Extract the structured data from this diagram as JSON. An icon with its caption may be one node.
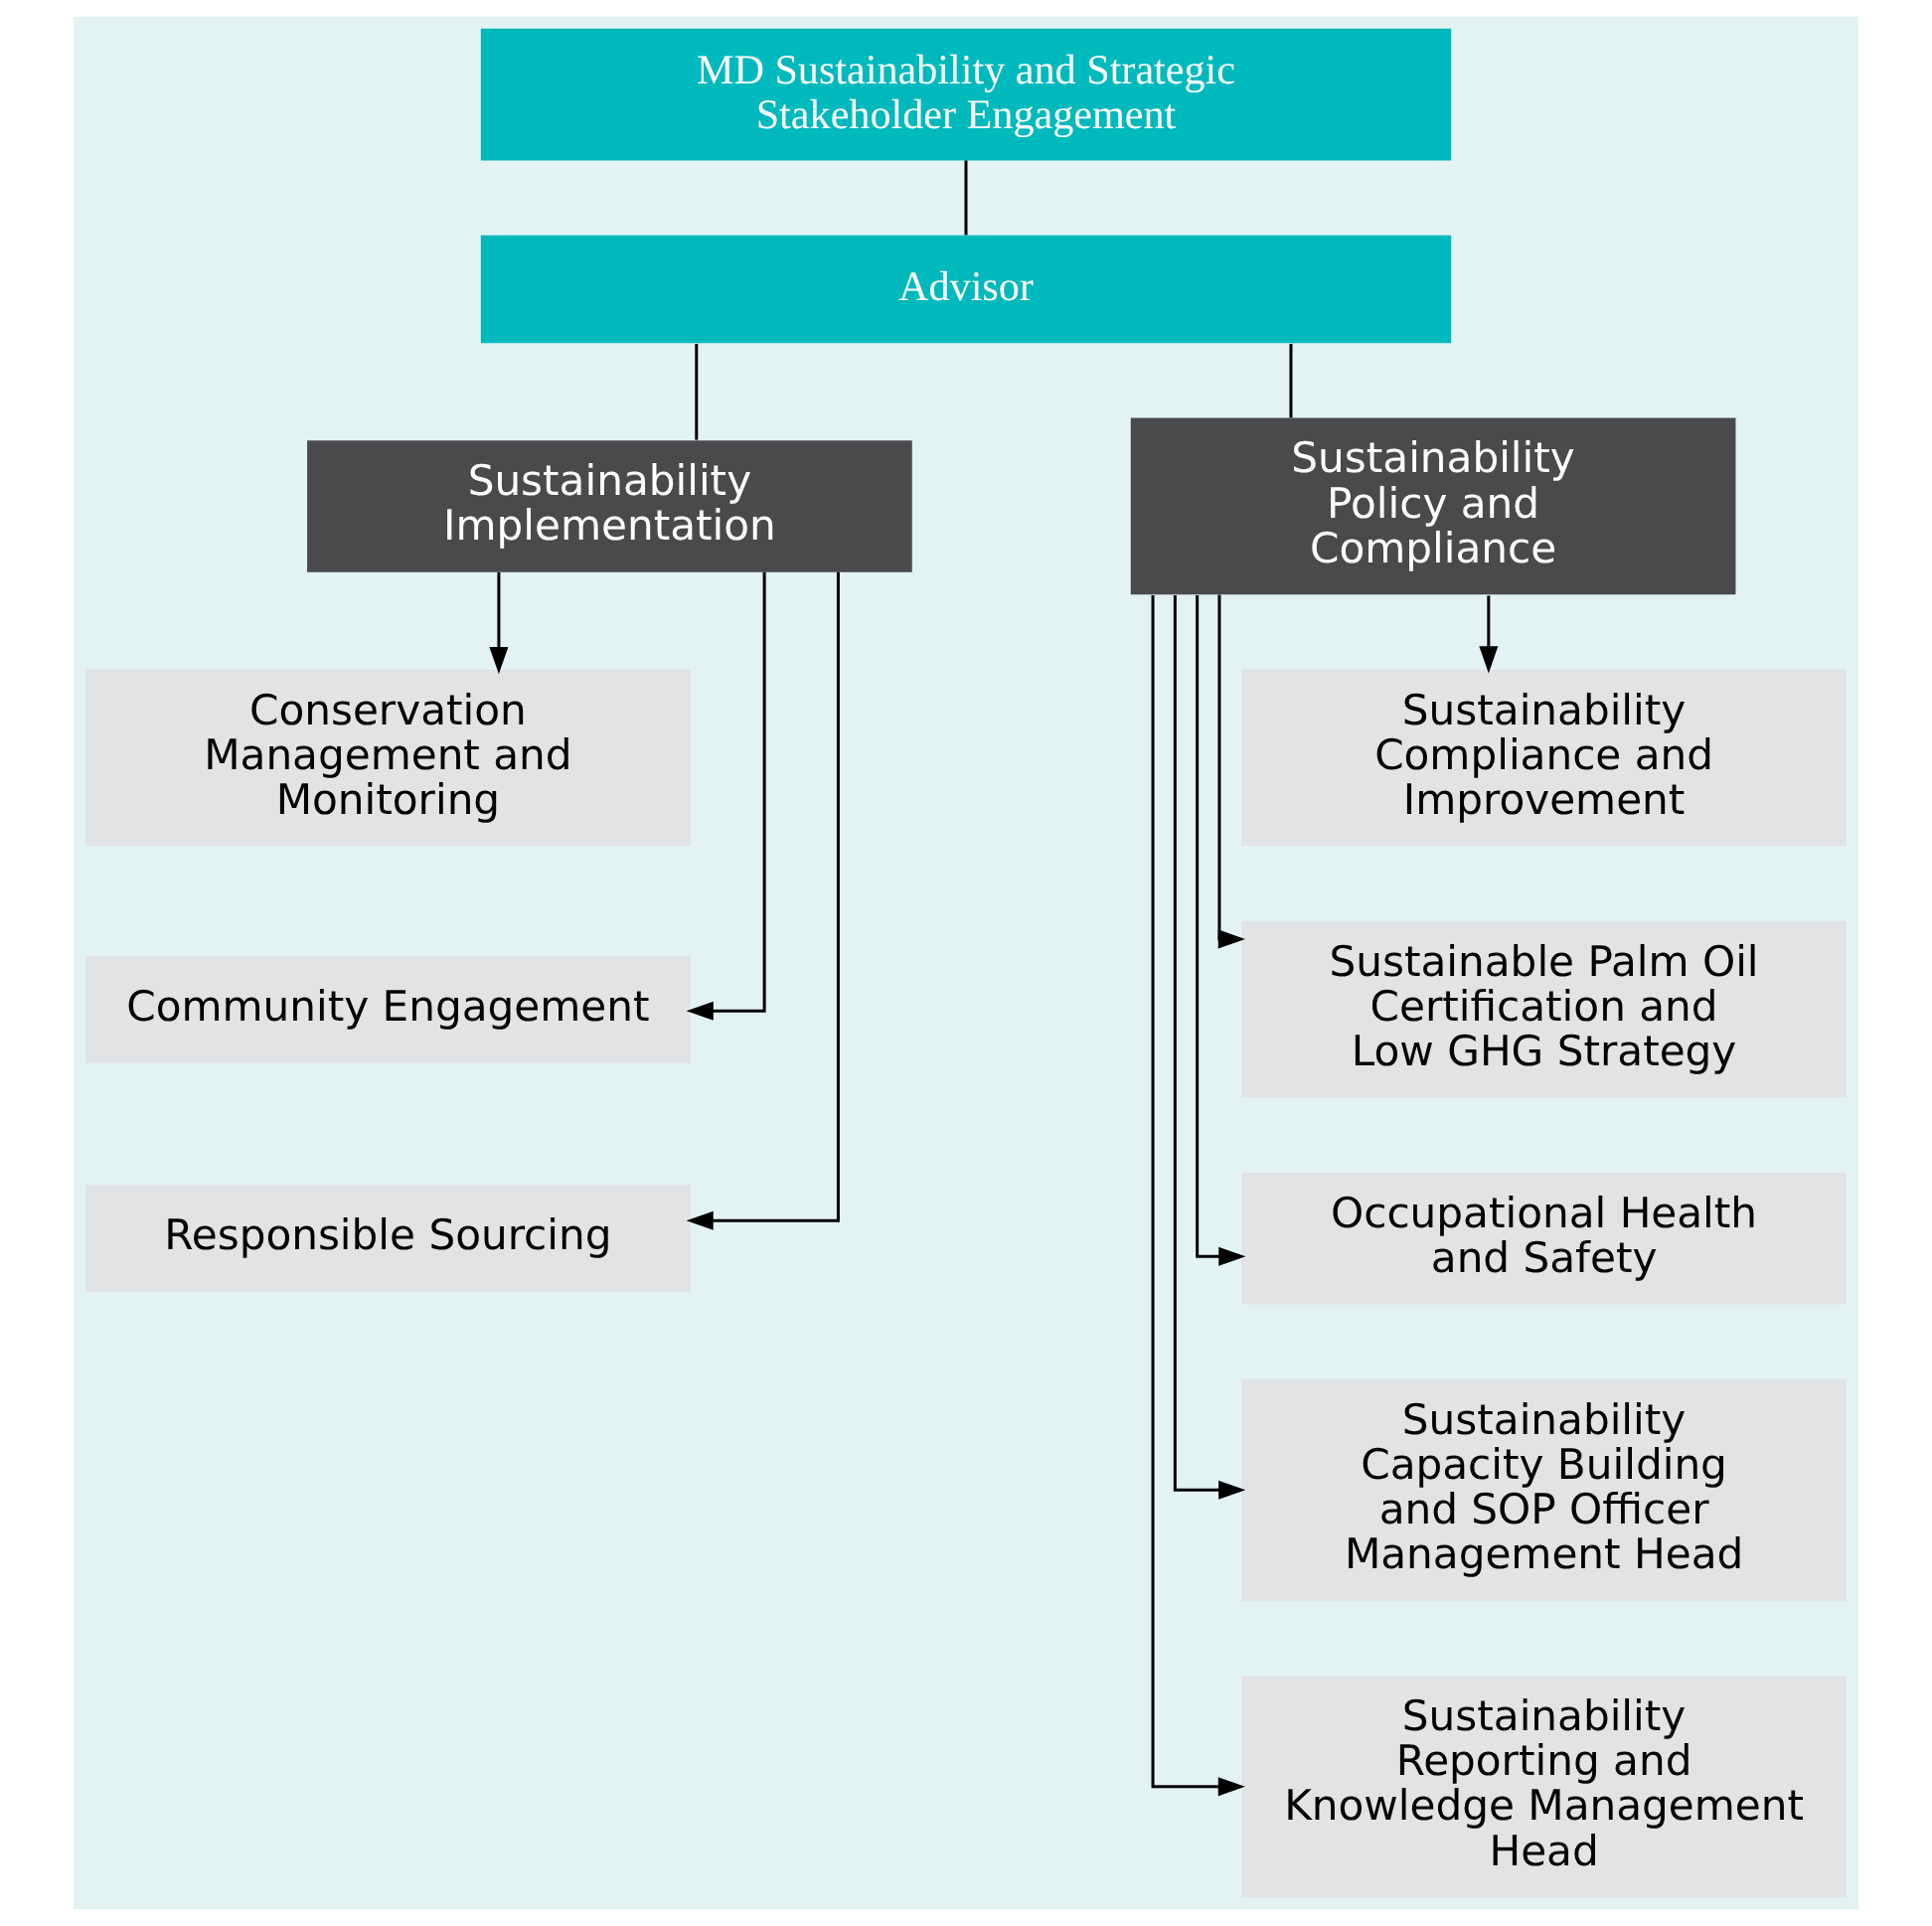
{
  "diagram": {
    "nodes": [
      {
        "text": [
          "MD Sustainability and Strategic Stakeholder Engagement"
        ]
      },
      {
        "text": [
          "Advisor"
        ]
      },
      {
        "text": [
          "Sustainability Implementation"
        ]
      },
      {
        "text": [
          "Sustainability Policy and Compliance"
        ]
      },
      {
        "text": [
          "Conservation Management and Monitoring"
        ]
      },
      {
        "text": [
          "Community Engagement"
        ]
      },
      {
        "text": [
          "Responsible Sourcing"
        ]
      },
      {
        "text": [
          "Sustainability Compliance and Improvement"
        ]
      },
      {
        "text": [
          "Sustainable Palm Oil Certification and Low GHG Strategy"
        ]
      },
      {
        "text": [
          "Occupational Health and Safety"
        ]
      },
      {
        "text": [
          "Sustainability Capacity Building and SOP Officer Management Head"
        ]
      },
      {
        "text": [
          "Sustainability Reporting and Knowledge Management Head"
        ]
      }
    ],
    "edges": [
      {
        "from": 0,
        "to": 1,
        "arrow": "none"
      },
      {
        "from": 1,
        "to": 2,
        "arrow": "none"
      },
      {
        "from": 1,
        "to": 3,
        "arrow": "none"
      },
      {
        "from": 2,
        "to": 4,
        "arrow": "to"
      },
      {
        "from": 2,
        "to": 5,
        "arrow": "to"
      },
      {
        "from": 2,
        "to": 6,
        "arrow": "to"
      },
      {
        "from": 3,
        "to": 7,
        "arrow": "to"
      },
      {
        "from": 3,
        "to": 8,
        "arrow": "to"
      },
      {
        "from": 3,
        "to": 9,
        "arrow": "to"
      },
      {
        "from": 3,
        "to": 10,
        "arrow": "to"
      },
      {
        "from": 3,
        "to": 11,
        "arrow": "to"
      }
    ]
  }
}
